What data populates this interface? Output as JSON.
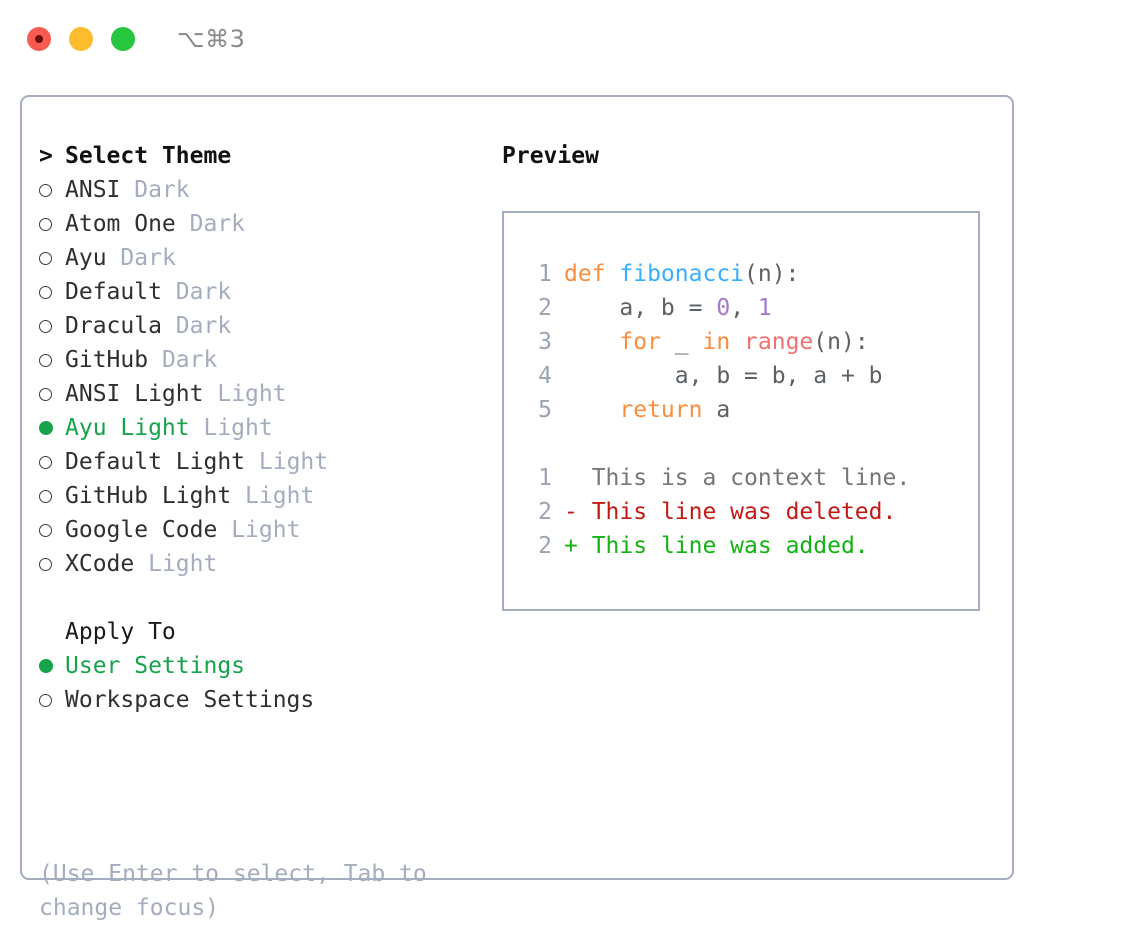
{
  "window": {
    "title": "⌥⌘3",
    "traffic_lights": [
      {
        "name": "close-button",
        "color": "#fb5a52"
      },
      {
        "name": "minimize-button",
        "color": "#fdbc2d"
      },
      {
        "name": "maximize-button",
        "color": "#27c63f"
      }
    ]
  },
  "colors": {
    "accent_green": "#16a34a",
    "muted": "#a4adbd",
    "border": "#a5aec0",
    "keyword": "#fa8d3e",
    "function": "#39aeff",
    "number": "#a37acc",
    "call": "#f07171",
    "diff_add": "#12b312",
    "diff_del": "#c41a16",
    "diff_ctx": "#767676"
  },
  "theme_section": {
    "caret": ">",
    "heading": "Select Theme",
    "items": [
      {
        "label": "ANSI",
        "tag": "Dark",
        "selected": false
      },
      {
        "label": "Atom One",
        "tag": "Dark",
        "selected": false
      },
      {
        "label": "Ayu",
        "tag": "Dark",
        "selected": false
      },
      {
        "label": "Default",
        "tag": "Dark",
        "selected": false
      },
      {
        "label": "Dracula",
        "tag": "Dark",
        "selected": false
      },
      {
        "label": "GitHub",
        "tag": "Dark",
        "selected": false
      },
      {
        "label": "ANSI Light",
        "tag": "Light",
        "selected": false
      },
      {
        "label": "Ayu Light",
        "tag": "Light",
        "selected": true
      },
      {
        "label": "Default Light",
        "tag": "Light",
        "selected": false
      },
      {
        "label": "GitHub Light",
        "tag": "Light",
        "selected": false
      },
      {
        "label": "Google Code",
        "tag": "Light",
        "selected": false
      },
      {
        "label": "XCode",
        "tag": "Light",
        "selected": false
      }
    ]
  },
  "apply_section": {
    "heading": "Apply To",
    "items": [
      {
        "label": "User Settings",
        "selected": true
      },
      {
        "label": "Workspace Settings",
        "selected": false
      }
    ]
  },
  "hint": "(Use Enter to select, Tab to change focus)",
  "preview": {
    "title": "Preview",
    "code_lines": [
      {
        "number": "1",
        "tokens": [
          {
            "text": "def ",
            "type": "kw"
          },
          {
            "text": "fibonacci",
            "type": "fn"
          },
          {
            "text": "(n):",
            "type": "plain"
          }
        ]
      },
      {
        "number": "2",
        "tokens": [
          {
            "text": "    a, b = ",
            "type": "plain"
          },
          {
            "text": "0",
            "type": "num"
          },
          {
            "text": ", ",
            "type": "plain"
          },
          {
            "text": "1",
            "type": "num"
          }
        ]
      },
      {
        "number": "3",
        "tokens": [
          {
            "text": "    ",
            "type": "plain"
          },
          {
            "text": "for",
            "type": "kw"
          },
          {
            "text": " _ ",
            "type": "plain"
          },
          {
            "text": "in",
            "type": "kw"
          },
          {
            "text": " ",
            "type": "plain"
          },
          {
            "text": "range",
            "type": "call"
          },
          {
            "text": "(n):",
            "type": "plain"
          }
        ]
      },
      {
        "number": "4",
        "tokens": [
          {
            "text": "        a, b = b, a + b",
            "type": "plain"
          }
        ]
      },
      {
        "number": "5",
        "tokens": [
          {
            "text": "    ",
            "type": "plain"
          },
          {
            "text": "return",
            "type": "kw"
          },
          {
            "text": " a",
            "type": "plain"
          }
        ]
      }
    ],
    "diff_lines": [
      {
        "number": "1",
        "marker": " ",
        "text": "This is a context line.",
        "type": "ctx"
      },
      {
        "number": "2",
        "marker": "-",
        "text": "This line was deleted.",
        "type": "del"
      },
      {
        "number": "2",
        "marker": "+",
        "text": "This line was added.",
        "type": "add"
      }
    ]
  }
}
